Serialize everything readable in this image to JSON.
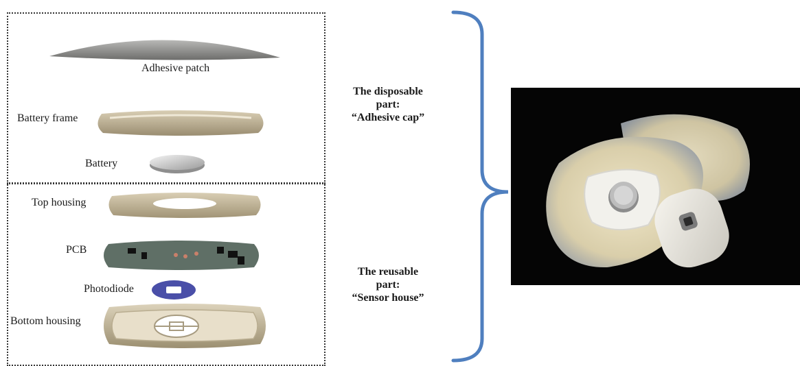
{
  "labels": {
    "adhesive_patch": "Adhesive patch",
    "battery_frame": "Battery frame",
    "battery": "Battery",
    "top_housing": "Top housing",
    "pcb": "PCB",
    "photodiode": "Photodiode",
    "bottom_housing": "Bottom housing"
  },
  "disposable": {
    "line1": "The disposable",
    "line2": "part:",
    "line3": "“Adhesive cap”"
  },
  "reusable": {
    "line1": "The reusable",
    "line2": "part:",
    "line3": "“Sensor house”"
  },
  "colors": {
    "brace": "#4f7fbf",
    "housing": "#cfc3a7",
    "photodiode": "#4a4fa8",
    "pcb": "#5f6f66",
    "photo_bg": "#050505"
  }
}
